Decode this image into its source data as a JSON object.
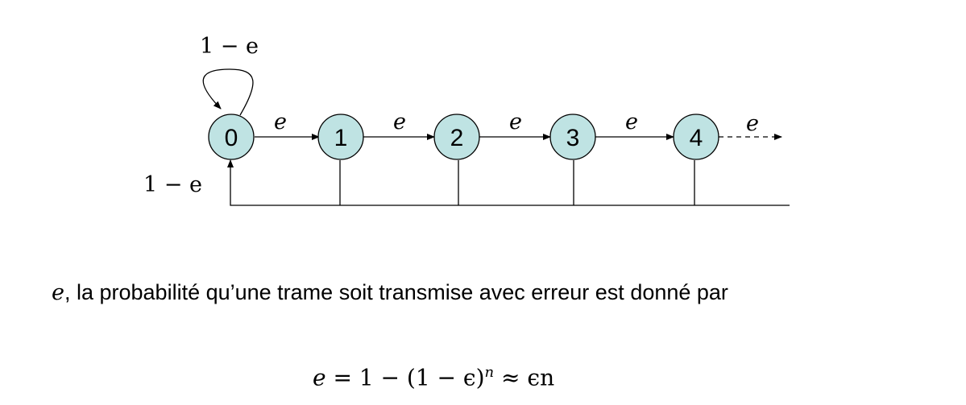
{
  "diagram": {
    "states": [
      "0",
      "1",
      "2",
      "3",
      "4"
    ],
    "forward_label": "e",
    "overflow_label": "e",
    "self_loop_label": "1 − e",
    "return_label": "1 − e"
  },
  "caption": {
    "variable": "e",
    "text": ", la probabilité qu’une trame soit transmise avec erreur est donné par"
  },
  "formula": {
    "lhs": "e",
    "rhs_prefix": "= 1 − (1 − ϵ)",
    "exponent": "n",
    "approx": " ≈ ϵn"
  },
  "colors": {
    "state_fill": "#bfe3e3",
    "stroke": "#000000"
  }
}
